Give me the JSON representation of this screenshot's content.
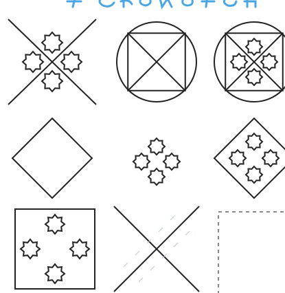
{
  "puzzle": {
    "header_text_color": "#4aa6e0",
    "stroke_color": "#222222",
    "faint_mark_color": "#b8c8d8",
    "answer_border_color": "#888888",
    "cells": [
      {
        "id": "r1c1",
        "elements": [
          "x-cross",
          "star-ring"
        ]
      },
      {
        "id": "r1c2",
        "elements": [
          "circle",
          "square",
          "x-cross"
        ]
      },
      {
        "id": "r1c3",
        "elements": [
          "circle",
          "square",
          "x-cross",
          "star-ring"
        ]
      },
      {
        "id": "r2c1",
        "elements": [
          "diamond"
        ]
      },
      {
        "id": "r2c2",
        "elements": [
          "star-ring"
        ]
      },
      {
        "id": "r2c3",
        "elements": [
          "diamond",
          "star-ring"
        ]
      },
      {
        "id": "r3c1",
        "elements": [
          "square",
          "star-ring"
        ]
      },
      {
        "id": "r3c2",
        "elements": [
          "x-cross"
        ]
      },
      {
        "id": "r3c3",
        "elements": [
          "answer-placeholder"
        ]
      }
    ]
  }
}
